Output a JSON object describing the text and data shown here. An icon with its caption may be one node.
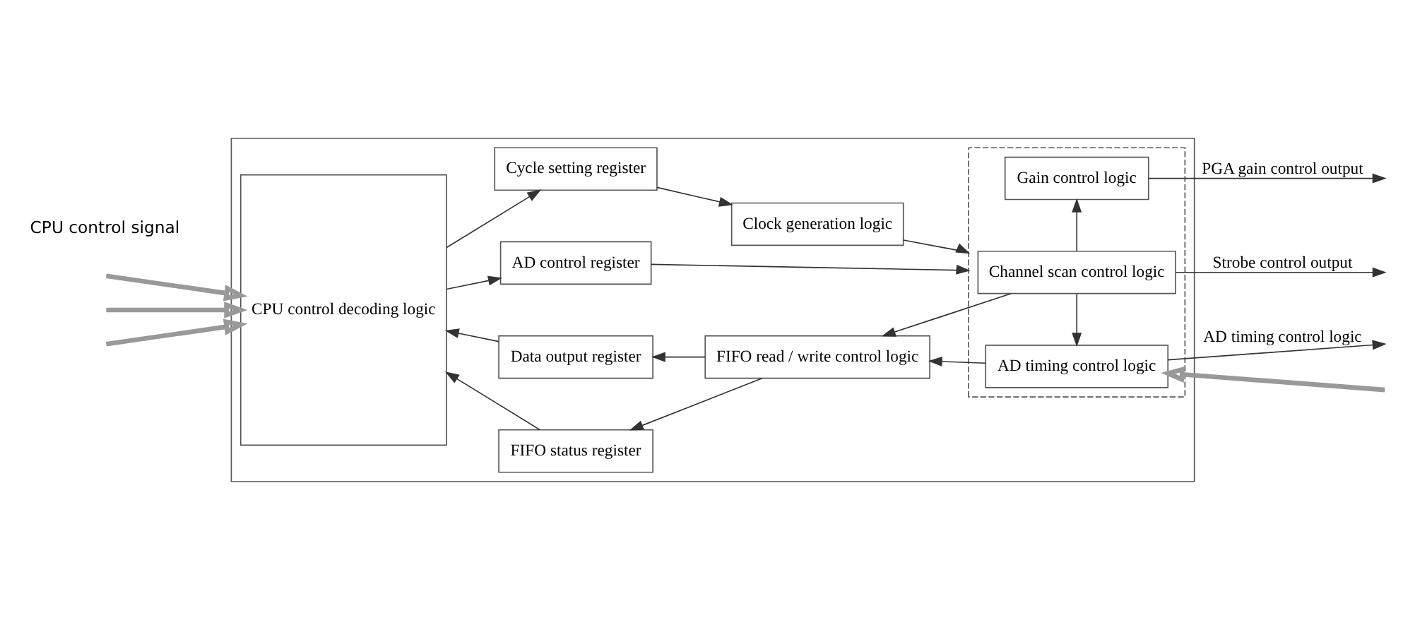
{
  "diagram": {
    "nodes": [
      {
        "text": [],
        "shape": "box"
      },
      {
        "text": [
          "CPU control decoding logic"
        ],
        "in": 0
      },
      {
        "text": [
          "Cycle setting register"
        ],
        "in": 0
      },
      {
        "text": [
          "AD control register"
        ],
        "in": 0
      },
      {
        "text": [
          "Data output register"
        ],
        "in": 0
      },
      {
        "text": [
          "FIFO status register"
        ],
        "in": 0
      },
      {
        "text": [
          "Clock generation logic"
        ],
        "in": 0
      },
      {
        "text": [
          "FIFO read / write control logic"
        ],
        "in": 0
      },
      {
        "text": [],
        "shape": "box",
        "in": 0
      },
      {
        "text": [
          "Gain control logic"
        ],
        "in": 8
      },
      {
        "text": [
          "Channel scan control logic"
        ],
        "in": 8
      },
      {
        "text": [
          "AD timing control logic"
        ],
        "in": 8
      }
    ],
    "edges": [
      {
        "from": null,
        "to": 1,
        "arrow": "to",
        "style": "thick",
        "color": "#999999"
      },
      {
        "from": null,
        "to": 1,
        "arrow": "to",
        "style": "thick",
        "color": "#999999"
      },
      {
        "from": null,
        "to": 1,
        "arrow": "to",
        "style": "thick",
        "color": "#999999"
      },
      {
        "from": 1,
        "to": 2,
        "arrow": "to"
      },
      {
        "from": 1,
        "to": 3,
        "arrow": "to"
      },
      {
        "from": 4,
        "to": 1,
        "arrow": "to"
      },
      {
        "from": 5,
        "to": 1,
        "arrow": "to"
      },
      {
        "from": 2,
        "to": 6,
        "arrow": "to"
      },
      {
        "from": 6,
        "to": 8,
        "arrow": "to"
      },
      {
        "from": 3,
        "to": 8,
        "arrow": "to"
      },
      {
        "from": 10,
        "to": 9,
        "arrow": "to"
      },
      {
        "from": 10,
        "to": 11,
        "arrow": "to"
      },
      {
        "from": 10,
        "to": 7,
        "arrow": "to"
      },
      {
        "from": 11,
        "to": 7,
        "arrow": "to"
      },
      {
        "from": 7,
        "to": 4,
        "arrow": "to"
      },
      {
        "from": 7,
        "to": 5,
        "arrow": "to"
      },
      {
        "from": 9,
        "to": null,
        "arrow": "to",
        "label": "PGA gain control output"
      },
      {
        "from": 10,
        "to": null,
        "arrow": "to",
        "label": "Strobe control output"
      },
      {
        "from": 11,
        "to": null,
        "arrow": "to",
        "label": "AD timing control logic"
      },
      {
        "from": null,
        "to": 11,
        "arrow": "to",
        "style": "thick",
        "color": "#999999"
      }
    ],
    "labels": [
      "CPU control signal"
    ]
  }
}
